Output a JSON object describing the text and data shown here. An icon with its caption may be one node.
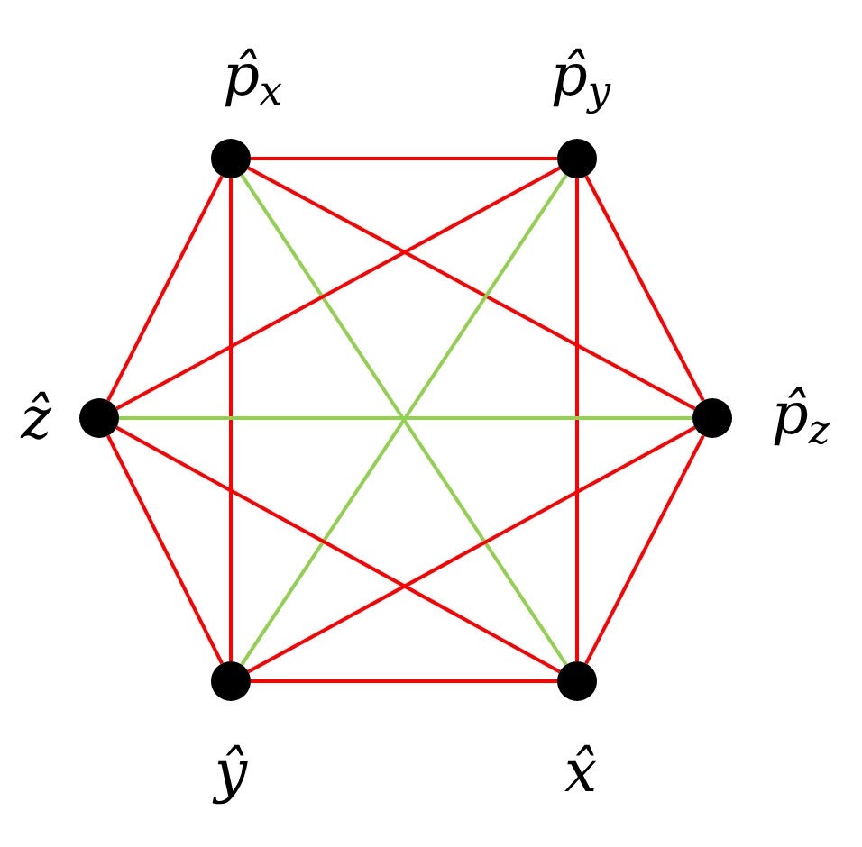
{
  "diagram": {
    "nodes": [
      {
        "text": [],
        "shape": "circle",
        "beside": [
          "p̂$_{x}$"
        ]
      },
      {
        "text": [],
        "shape": "circle",
        "beside": [
          "p̂$_{y}$"
        ]
      },
      {
        "text": [],
        "shape": "circle",
        "beside": [
          "ẑ"
        ]
      },
      {
        "text": [],
        "shape": "circle",
        "beside": [
          "p̂$_{z}$"
        ]
      },
      {
        "text": [],
        "shape": "circle",
        "beside": [
          "ŷ"
        ]
      },
      {
        "text": [],
        "shape": "circle",
        "beside": [
          "x̂"
        ]
      }
    ],
    "edges": [
      {
        "from": 0,
        "to": 1,
        "arrow": "none"
      },
      {
        "from": 0,
        "to": 2,
        "arrow": "none"
      },
      {
        "from": 0,
        "to": 3,
        "arrow": "none"
      },
      {
        "from": 0,
        "to": 4,
        "arrow": "none"
      },
      {
        "from": 0,
        "to": 5,
        "arrow": "none",
        "color": "#92d050"
      },
      {
        "from": 1,
        "to": 2,
        "arrow": "none"
      },
      {
        "from": 1,
        "to": 3,
        "arrow": "none"
      },
      {
        "from": 1,
        "to": 4,
        "arrow": "none",
        "color": "#92d050"
      },
      {
        "from": 1,
        "to": 5,
        "arrow": "none"
      },
      {
        "from": 2,
        "to": 3,
        "arrow": "none",
        "color": "#92d050"
      },
      {
        "from": 2,
        "to": 4,
        "arrow": "none"
      },
      {
        "from": 2,
        "to": 5,
        "arrow": "none"
      },
      {
        "from": 3,
        "to": 4,
        "arrow": "none"
      },
      {
        "from": 3,
        "to": 5,
        "arrow": "none"
      },
      {
        "from": 4,
        "to": 5,
        "arrow": "none"
      }
    ]
  }
}
